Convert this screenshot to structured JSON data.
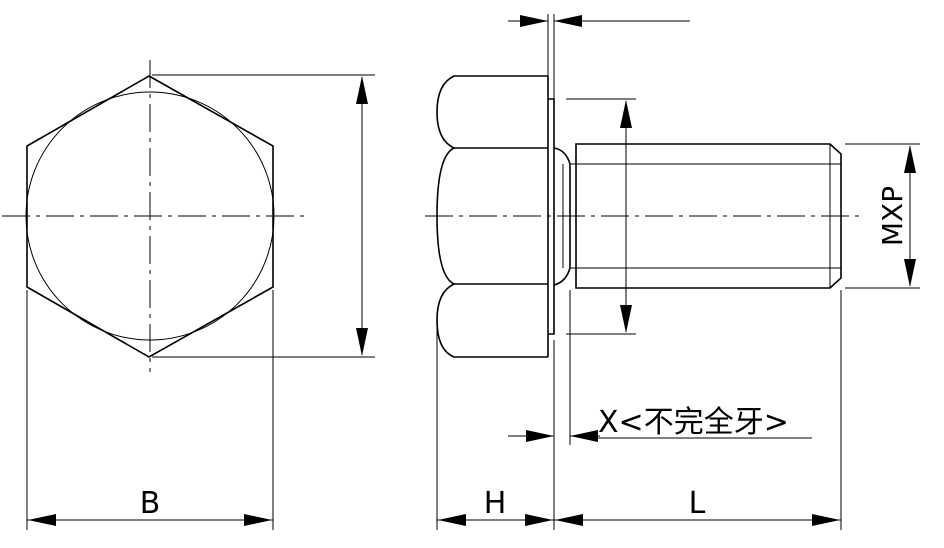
{
  "labels": {
    "width_across_flats": "B",
    "head_height": "H",
    "length": "L",
    "thread_spec": "MXP",
    "incomplete_thread": "X<不完全牙>"
  }
}
